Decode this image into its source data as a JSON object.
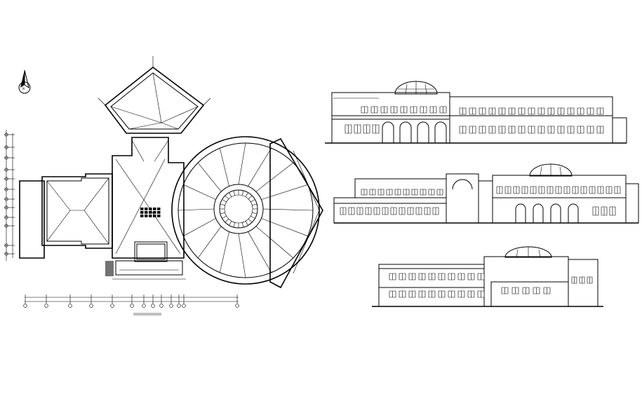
{
  "drawing": {
    "background": "#ffffff",
    "line_color": "#000000",
    "north_label": "N",
    "views": [
      {
        "id": "roof-plan",
        "caption": "",
        "scale": ""
      },
      {
        "id": "front-elevation",
        "caption": "",
        "scale": ""
      },
      {
        "id": "rear-elevation",
        "caption": "",
        "scale": ""
      },
      {
        "id": "side-elevation",
        "caption": "",
        "scale": ""
      }
    ]
  }
}
